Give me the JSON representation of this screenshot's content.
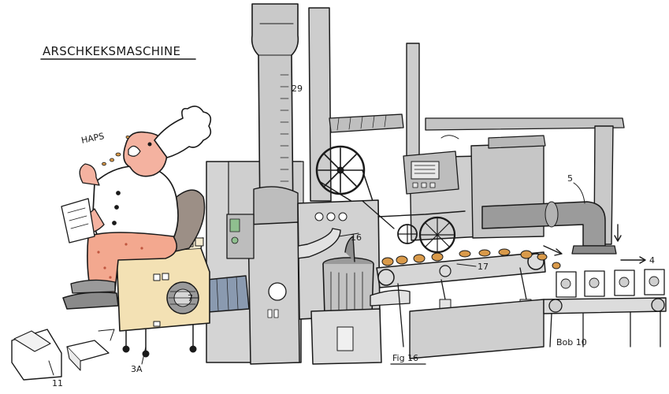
{
  "title": "ARSCHKEKSMASCHINE",
  "speech": "HAPS",
  "figure_label": "Fig 16",
  "signature": "Bob 10",
  "labels": {
    "chimney": "29",
    "duct": "5",
    "output_arrow": "4",
    "conveyor": "17",
    "press_wheel": "16",
    "fan": "7",
    "base_unit": "3A",
    "boxes": "11"
  },
  "colors": {
    "machine_gray": "#c9c9c9",
    "dark_gray": "#8a8a8a",
    "skin": "#f4b2a0",
    "pants": "#f3a88f",
    "seat_box": "#f3e1b4",
    "chair": "#9c8f86",
    "biscuit": "#d99a4a",
    "panel_green": "#8fbf8f",
    "ink": "#1a1a1a"
  }
}
